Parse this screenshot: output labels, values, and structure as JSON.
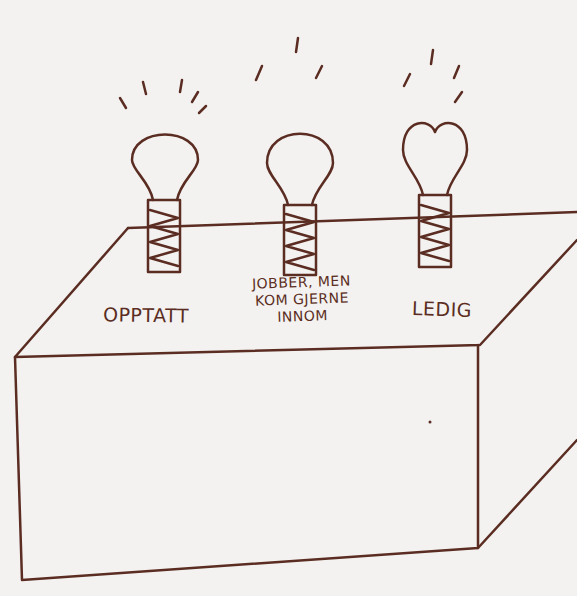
{
  "diagram": {
    "nodes": [
      {
        "text": [
          "OPPTATT",
          "JOBBER, MEN KOM GJERNE INNOM",
          "LEDIG"
        ]
      }
    ]
  }
}
